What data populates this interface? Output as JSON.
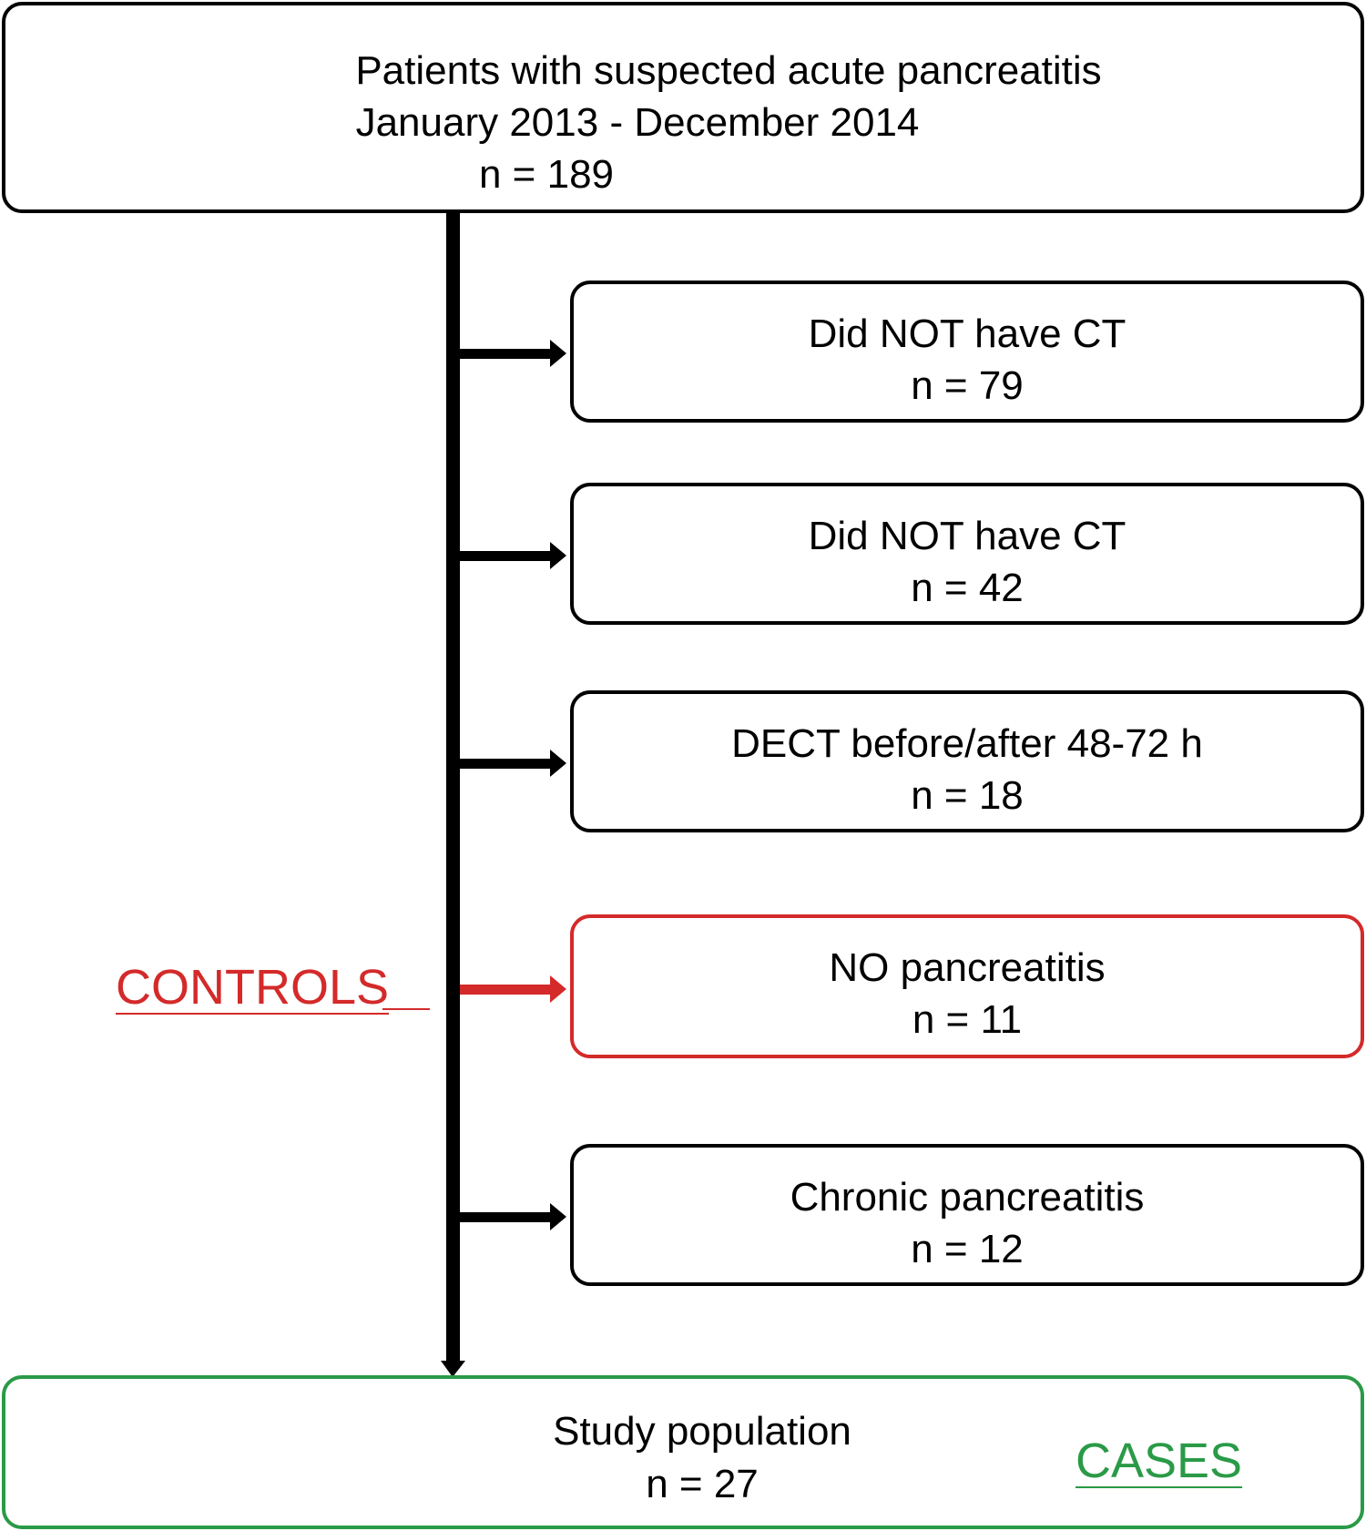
{
  "top_box": {
    "line1": "Patients with suspected acute pancreatitis",
    "line2": "January 2013 - December 2014",
    "line3": "n = 189"
  },
  "exclusions": [
    {
      "label": "Did NOT have CT",
      "count": "n = 79"
    },
    {
      "label": "Did NOT have CT",
      "count": "n = 42"
    },
    {
      "label": "DECT before/after 48-72 h",
      "count": "n = 18"
    },
    {
      "label": "NO pancreatitis",
      "count": "n = 11"
    },
    {
      "label": "Chronic pancreatitis",
      "count": "n = 12"
    }
  ],
  "controls_label": "CONTROLS",
  "study_box": {
    "label": "Study population",
    "count": "n = 27"
  },
  "cases_label": "CASES",
  "colors": {
    "controls": "#d42a2a",
    "cases": "#2a9a47",
    "default": "#000000"
  }
}
